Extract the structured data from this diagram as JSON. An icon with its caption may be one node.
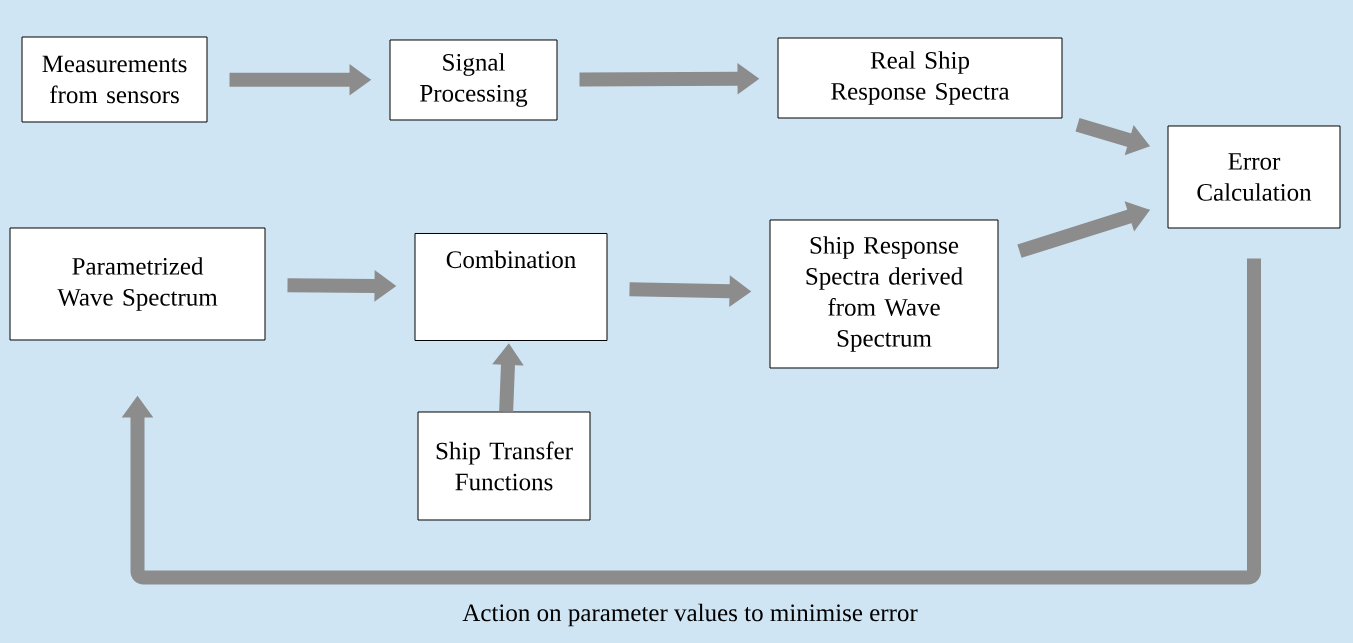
{
  "diagram": {
    "nodes": [
      {
        "text": [
          "Measurements from sensors"
        ]
      },
      {
        "text": [
          "Signal Processing"
        ]
      },
      {
        "text": [
          "Real Ship Response Spectra"
        ]
      },
      {
        "text": [
          "Error Calculation"
        ]
      },
      {
        "text": [
          "Parametrized Wave Spectrum"
        ]
      },
      {
        "text": [
          "Combination"
        ]
      },
      {
        "text": [
          "Ship Response Spectra derived from Wave Spectrum"
        ]
      },
      {
        "text": [
          "Ship Transfer Functions"
        ]
      }
    ],
    "edges": [
      {
        "from": 0,
        "to": 1,
        "arrow": "to"
      },
      {
        "from": 1,
        "to": 2,
        "arrow": "to"
      },
      {
        "from": 2,
        "to": 3,
        "arrow": "to"
      },
      {
        "from": 4,
        "to": 5,
        "arrow": "to"
      },
      {
        "from": 5,
        "to": 6,
        "arrow": "to"
      },
      {
        "from": 6,
        "to": 3,
        "arrow": "to"
      },
      {
        "from": 7,
        "to": 5,
        "arrow": "to"
      },
      {
        "from": 3,
        "to": 4,
        "arrow": "to",
        "label": "Action  on parameter values to minimise error"
      }
    ]
  }
}
